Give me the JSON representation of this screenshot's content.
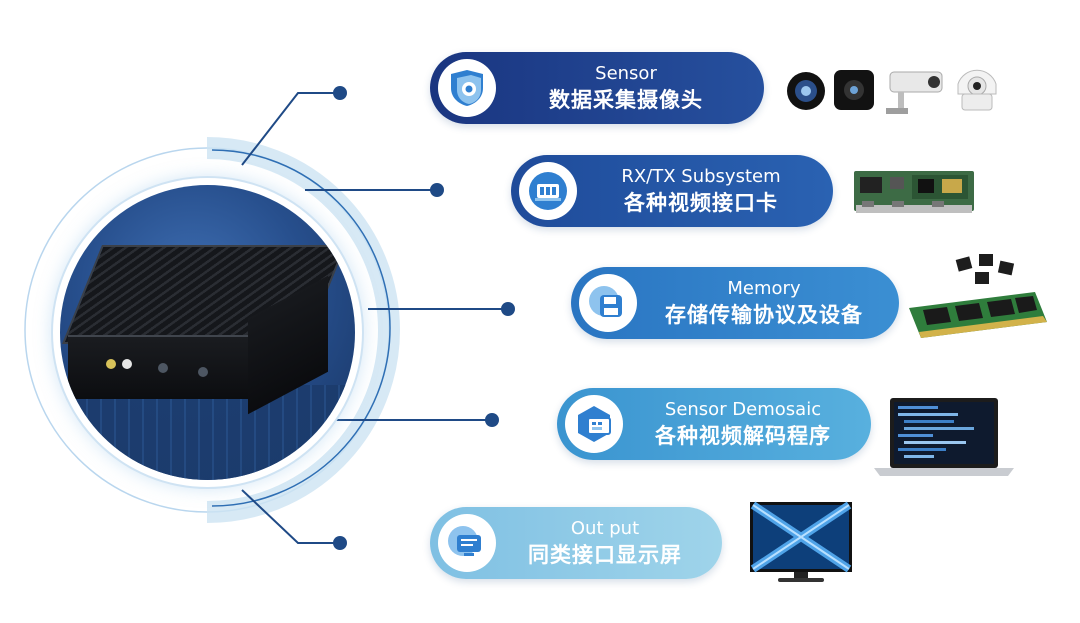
{
  "nodes": [
    {
      "en": "Sensor",
      "cn": "数据采集摄像头",
      "icon": "camera-shield-icon",
      "thumbnail": "cameras-image"
    },
    {
      "en": "RX/TX Subsystem",
      "cn": "各种视频接口卡",
      "icon": "interface-card-icon",
      "thumbnail": "interface-board-image"
    },
    {
      "en": "Memory",
      "cn": "存储传输协议及设备",
      "icon": "floppy-disk-icon",
      "thumbnail": "ram-module-image"
    },
    {
      "en": "Sensor Demosaic",
      "cn": "各种视频解码程序",
      "icon": "decoder-chip-icon",
      "thumbnail": "laptop-code-image"
    },
    {
      "en": "Out put",
      "cn": "同类接口显示屏",
      "icon": "monitor-icon",
      "thumbnail": "flat-screen-tv-image"
    }
  ],
  "colors": {
    "pill_sensor": "#1f3f8c",
    "pill_rxtx": "#2457a6",
    "pill_memory": "#2f7fc6",
    "pill_demosaic": "#3f9ed6",
    "pill_output": "#8fcbe6",
    "connector": "#1f4a86",
    "ring": "#b9d6ee"
  }
}
